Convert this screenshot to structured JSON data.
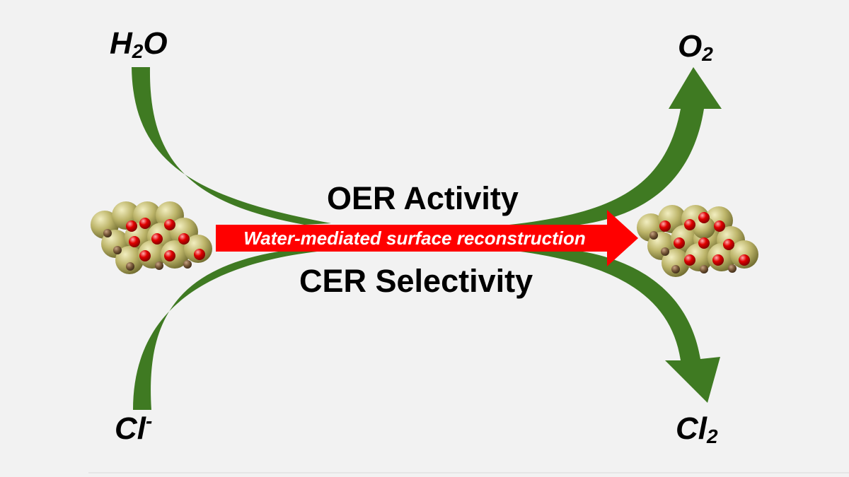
{
  "species": {
    "h2o": {
      "base": "H",
      "sub": "2",
      "tail": "O"
    },
    "o2": {
      "base": "O",
      "sub": "2"
    },
    "cl_minus": {
      "base": "Cl",
      "sup": "-"
    },
    "cl2": {
      "base": "Cl",
      "sub": "2"
    }
  },
  "labels": {
    "oer": "OER Activity",
    "cer": "CER Selectivity",
    "process": "Water-mediated surface reconstruction"
  },
  "colors": {
    "background": "#f2f2f2",
    "flow_arrow": "#3f7a22",
    "process_arrow": "#ff0000",
    "metal_atom": "#bdb56a",
    "oxygen_atom": "#e00000",
    "minor_atom": "#7a5a3a"
  },
  "icons": {
    "left_cluster": "atomic-cluster-icon",
    "right_cluster": "reconstructed-cluster-icon"
  }
}
